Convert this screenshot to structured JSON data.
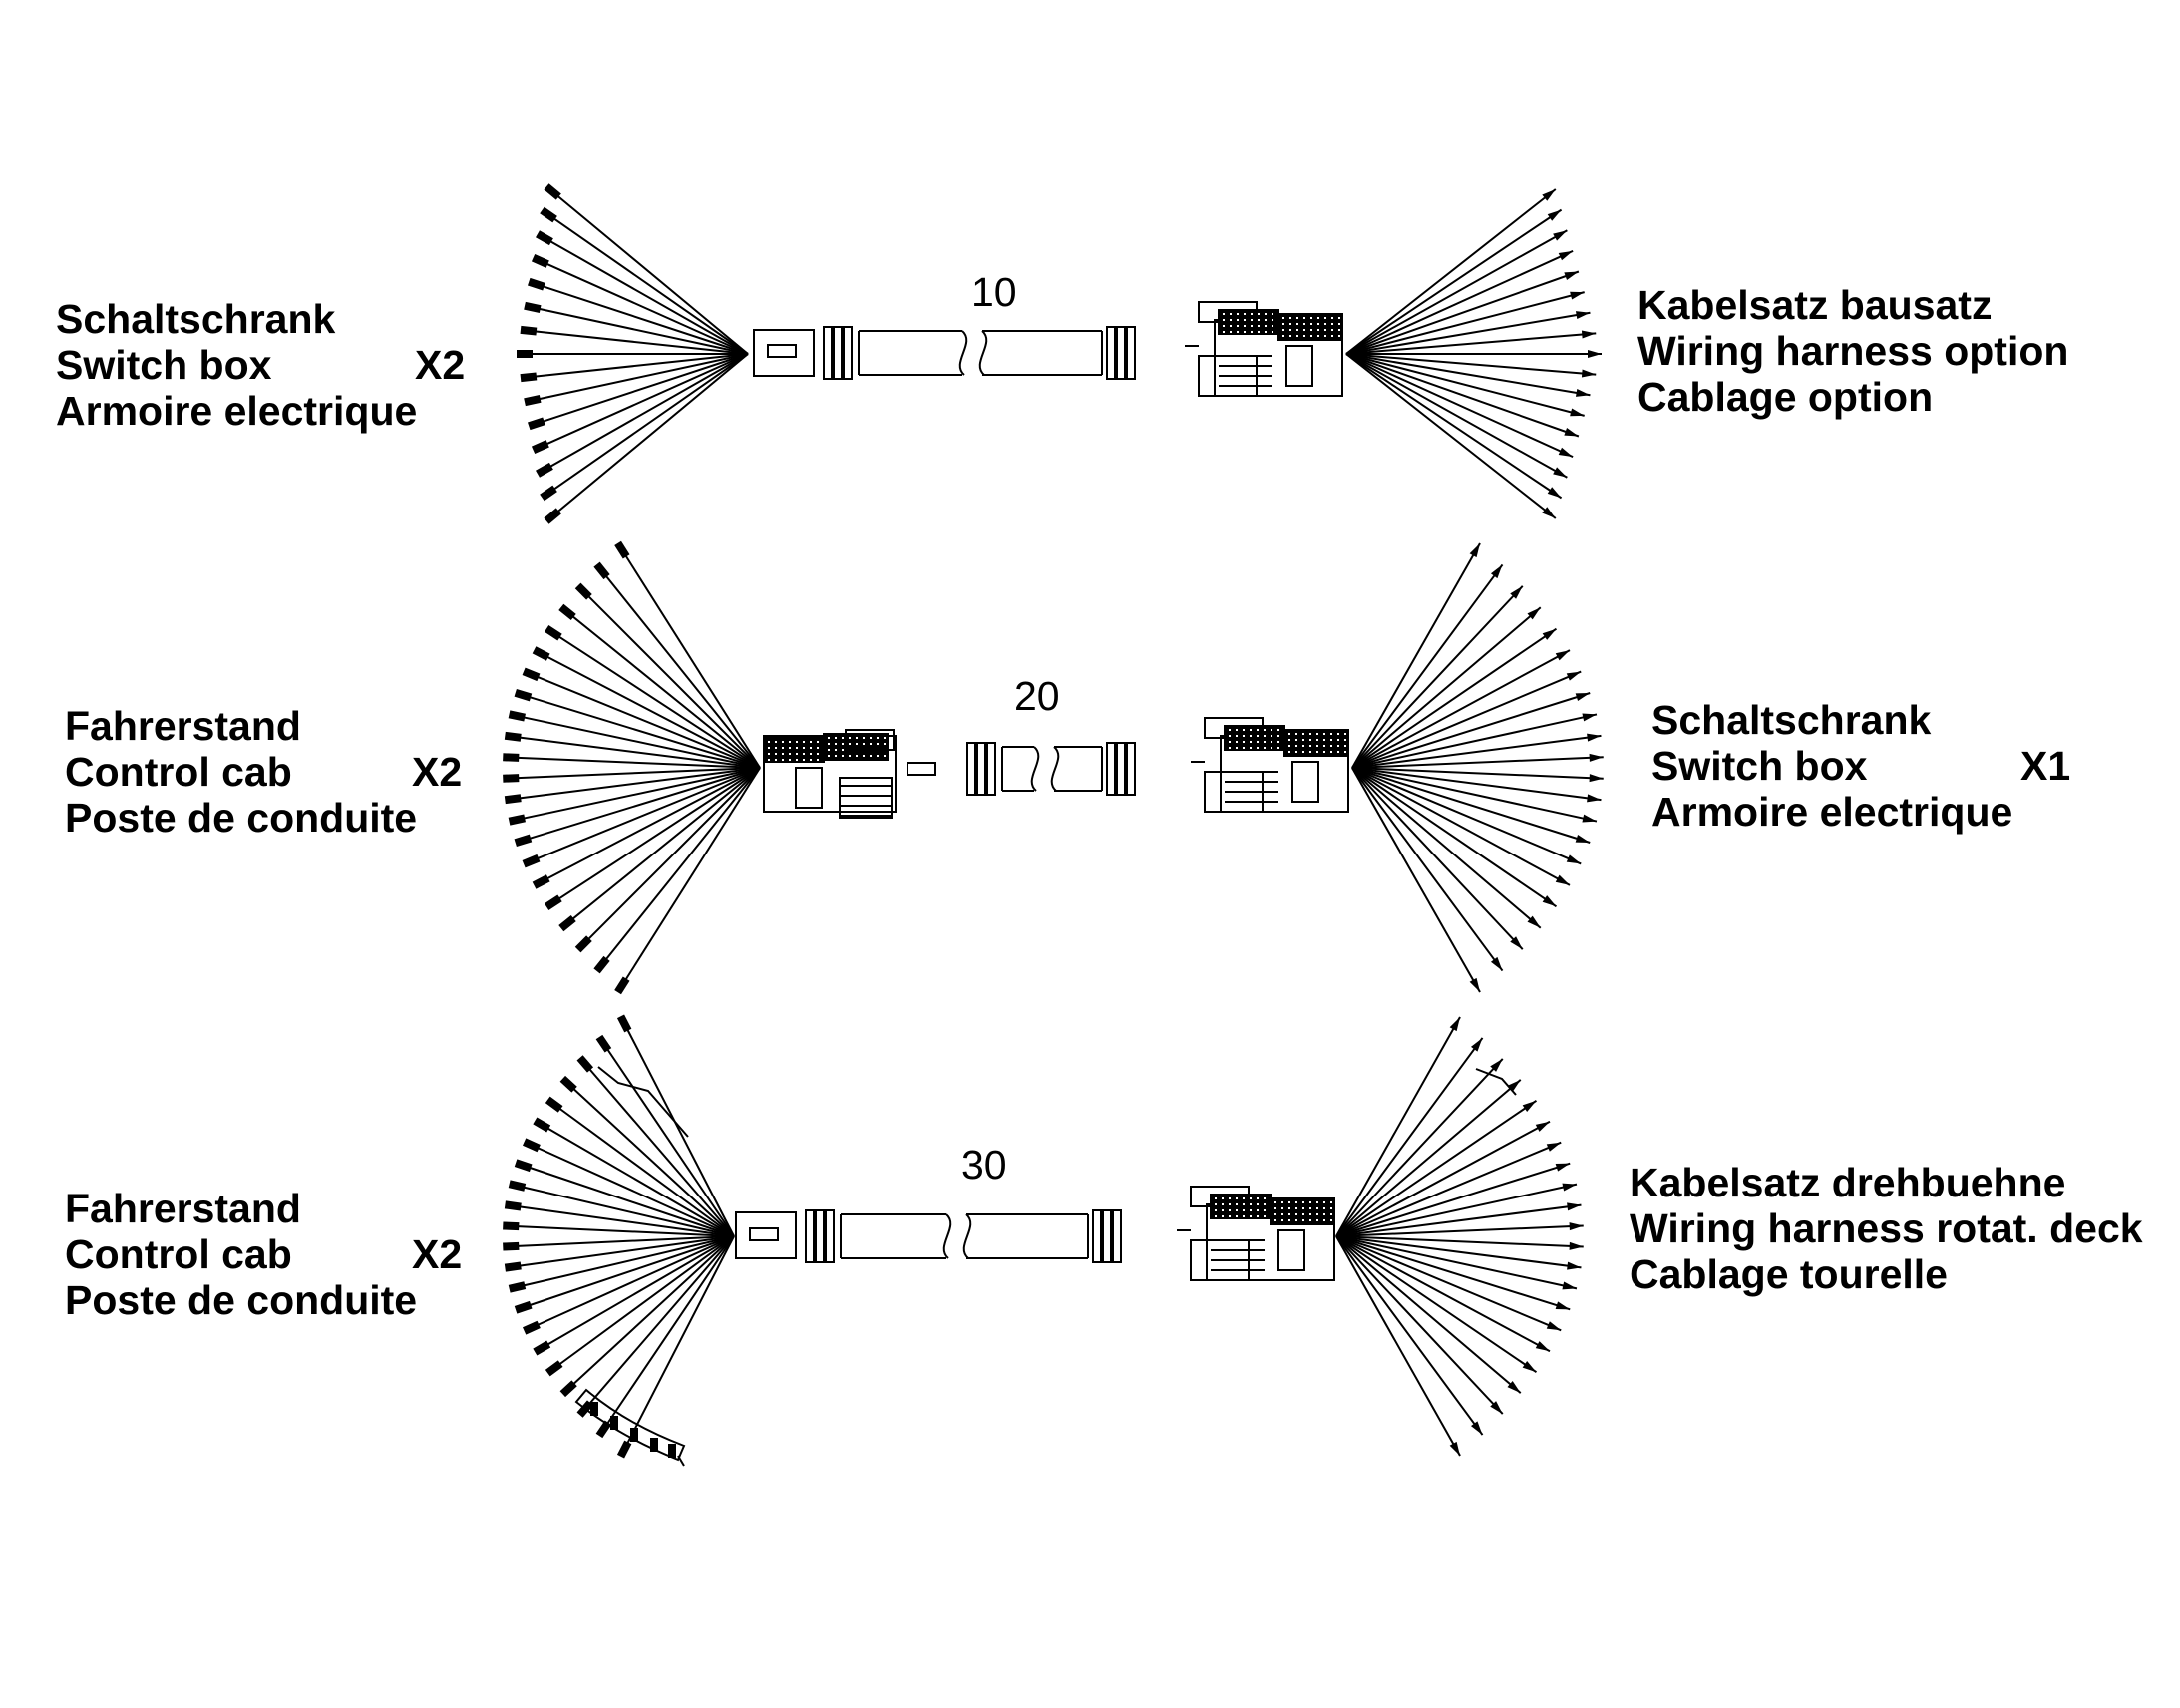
{
  "colors": {
    "ink": "#000000",
    "paper": "#ffffff"
  },
  "harnesses": [
    {
      "number": "10",
      "left": {
        "lines": [
          "Schaltschrank",
          "Switch box",
          "Armoire electrique"
        ],
        "connector": "X2"
      },
      "right": {
        "lines": [
          "Kabelsatz bausatz",
          "Wiring harness option",
          "Cablage option"
        ],
        "connector": ""
      }
    },
    {
      "number": "20",
      "left": {
        "lines": [
          "Fahrerstand",
          "Control cab",
          "Poste de conduite"
        ],
        "connector": "X2"
      },
      "right": {
        "lines": [
          "Schaltschrank",
          "Switch box",
          "Armoire electrique"
        ],
        "connector": "X1"
      }
    },
    {
      "number": "30",
      "left": {
        "lines": [
          "Fahrerstand",
          "Control cab",
          "Poste de conduite"
        ],
        "connector": "X2"
      },
      "right": {
        "lines": [
          "Kabelsatz drehbuehne",
          "Wiring harness rotat. deck",
          "Cablage tourelle"
        ],
        "connector": ""
      }
    }
  ]
}
